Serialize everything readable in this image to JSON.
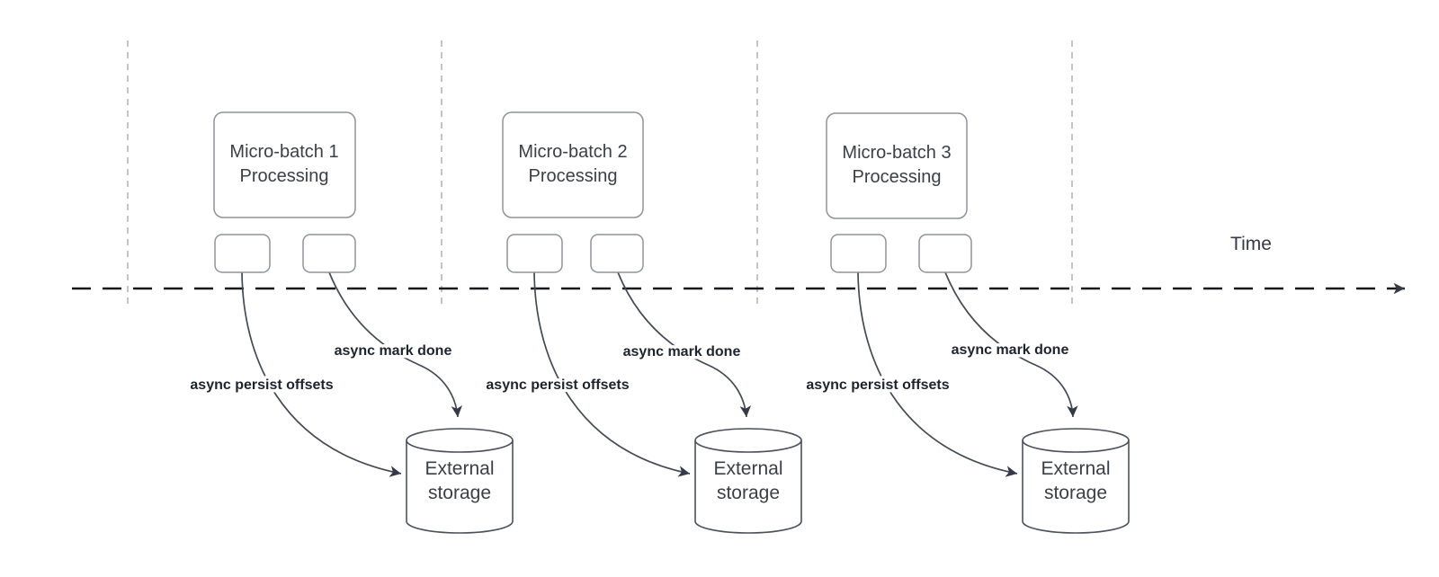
{
  "diagram": {
    "type": "micro-batch processing timeline",
    "timeline": {
      "label": "Time"
    },
    "groups": [
      {
        "box_line1": "Micro-batch 1",
        "box_line2": "Processing",
        "persist_label": "async persist offsets",
        "done_label": "async mark done",
        "storage_line1": "External",
        "storage_line2": "storage"
      },
      {
        "box_line1": "Micro-batch 2",
        "box_line2": "Processing",
        "persist_label": "async persist offsets",
        "done_label": "async mark done",
        "storage_line1": "External",
        "storage_line2": "storage"
      },
      {
        "box_line1": "Micro-batch 3",
        "box_line2": "Processing",
        "persist_label": "async persist offsets",
        "done_label": "async mark done",
        "storage_line1": "External",
        "storage_line2": "storage"
      }
    ],
    "colors": {
      "background": "#ffffff",
      "shape_border": "#8f9398",
      "cylinder_border": "#4a515a",
      "connector": "#444b54",
      "arrowhead": "#343b46",
      "timeline": "#17191c",
      "guide_line": "#a9acb0",
      "shape_text": "#3a4046",
      "edge_label_text": "#1e242e"
    }
  }
}
